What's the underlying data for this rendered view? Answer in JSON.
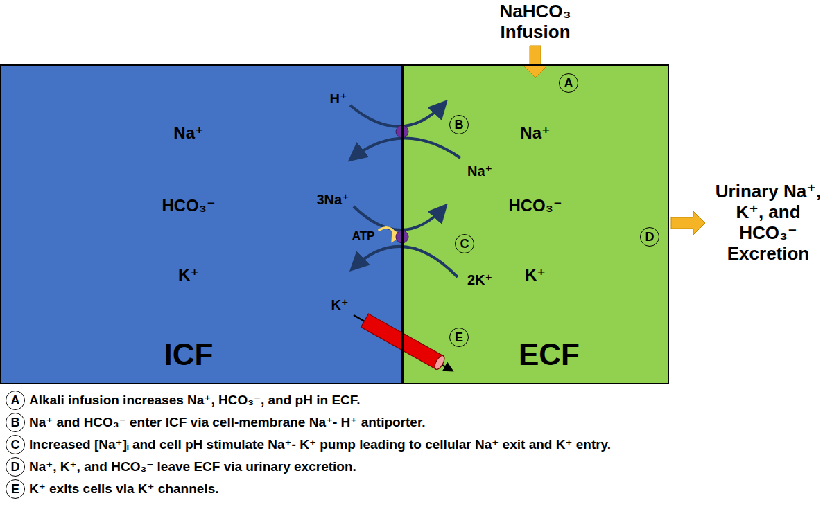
{
  "diagram": {
    "nodes": [
      {
        "text": [
          "Na⁺",
          "HCO₃⁻",
          "K⁺",
          "ICF"
        ]
      },
      {
        "text": [
          "Na⁺",
          "HCO₃⁻",
          "K⁺",
          "ECF"
        ]
      },
      {
        "text": [
          "A"
        ],
        "in": 1
      },
      {
        "text": [
          "B"
        ],
        "in": 1
      },
      {
        "text": [
          "C"
        ],
        "in": 1
      },
      {
        "text": [
          "D"
        ],
        "in": 1
      },
      {
        "text": [
          "E"
        ],
        "in": 1
      },
      {
        "text": [
          "A"
        ]
      },
      {
        "text": [
          "B"
        ]
      },
      {
        "text": [
          "C"
        ]
      },
      {
        "text": [
          "D"
        ]
      },
      {
        "text": [
          "E"
        ]
      }
    ],
    "labels": [
      "NaHCO₃ Infusion",
      "H⁺",
      "Na⁺",
      "3Na⁺",
      "ATP",
      "2K⁺",
      "K⁺",
      "Urinary Na⁺, K⁺, and HCO₃⁻ Excretion",
      "Alkali infusion increases Na⁺, HCO₃⁻, and pH in ECF.",
      "Na⁺ and HCO₃⁻ enter ICF via cell-membrane Na⁺- H⁺ antiporter.",
      "Increased [Na⁺]ᵢ and cell pH stimulate Na⁺- K⁺ pump leading to cellular Na⁺ exit and K⁺ entry.",
      "Na⁺, K⁺, and HCO₃⁻ leave ECF via urinary excretion.",
      "K⁺ exits cells via K⁺ channels."
    ]
  }
}
